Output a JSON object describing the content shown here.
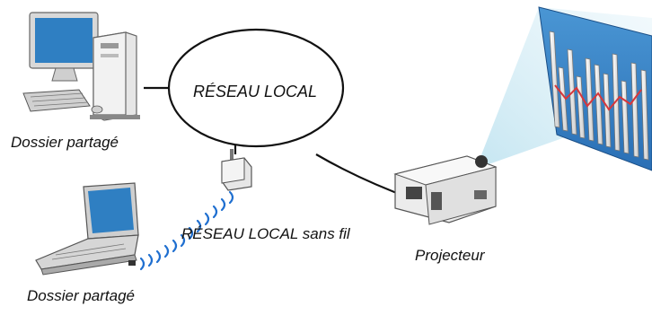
{
  "network_label": "RÉSEAU LOCAL",
  "wireless_label": "RÉSEAU LOCAL sans fil",
  "desktop_caption": "Dossier partagé",
  "laptop_caption": "Dossier partagé",
  "projector_caption": "Projecteur",
  "colors": {
    "screen_blue": "#2f7fc2",
    "wireless_blue": "#1f6fd0",
    "beam_cyan": "#cfe8f2",
    "chart_red": "#d8363a",
    "device_gray": "#9a9a9a"
  },
  "icons": [
    "desktop-computer-icon",
    "laptop-icon",
    "access-point-icon",
    "projector-icon",
    "projection-screen-icon"
  ]
}
